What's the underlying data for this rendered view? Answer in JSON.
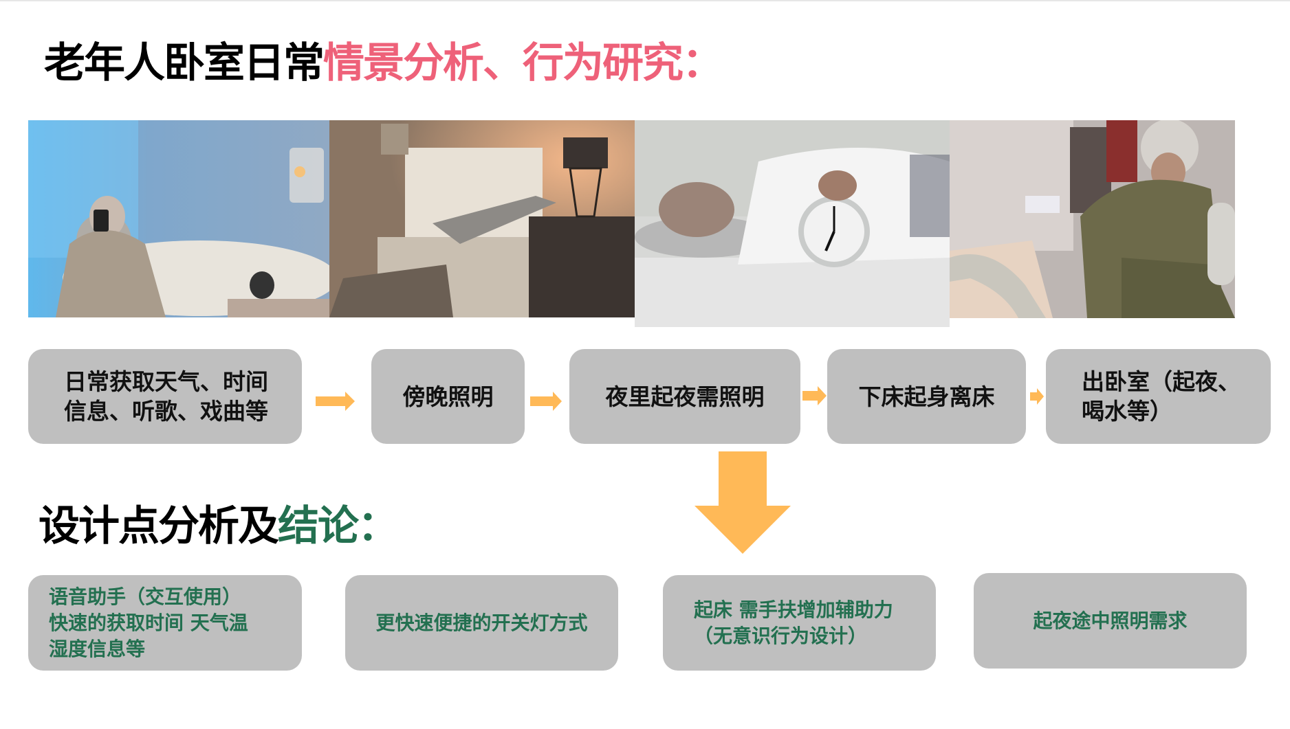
{
  "colors": {
    "highlight_pink": "#EE6179",
    "highlight_green": "#237050",
    "box_gray": "#BFBFBF",
    "arrow_orange": "#FFB957"
  },
  "header": {
    "title_black": "老年人卧室日常",
    "title_highlight": "情景分析、行为研究："
  },
  "photos": [
    {
      "label": "elderly-woman-using-phone-in-bedroom"
    },
    {
      "label": "person-reaching-bedside-lamp"
    },
    {
      "label": "elderly-man-turning-off-alarm-clock"
    },
    {
      "label": "elderly-man-getting-out-of-bed"
    }
  ],
  "flow": {
    "steps": [
      {
        "text": "日常获取天气、时间\n信息、听歌、戏曲等"
      },
      {
        "text": "傍晚照明"
      },
      {
        "text": "夜里起夜需照明"
      },
      {
        "text": "下床起身离床"
      },
      {
        "text": "出卧室（起夜、\n喝水等）"
      }
    ]
  },
  "conclusion": {
    "title_black": "设计点分析及",
    "title_highlight": "结论：",
    "items": [
      {
        "text": "语音助手（交互使用）\n快速的获取时间 天气温\n湿度信息等"
      },
      {
        "text": "更快速便捷的开关灯方式"
      },
      {
        "text": "起床 需手扶增加辅助力\n（无意识行为设计）"
      },
      {
        "text": "起夜途中照明需求"
      }
    ]
  }
}
